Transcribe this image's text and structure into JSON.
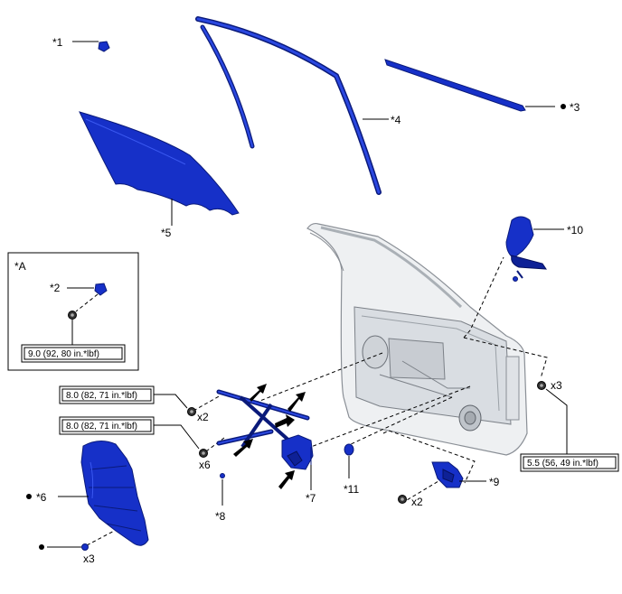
{
  "callouts": {
    "p1": "*1",
    "p2": "*2",
    "p3": "*3",
    "p4": "*4",
    "p5": "*5",
    "p6": "*6",
    "p7": "*7",
    "p8": "*8",
    "p9": "*9",
    "p10": "*10",
    "p11": "*11"
  },
  "inset": {
    "title": "*A",
    "torque": "9.0 (92, 80 in.*lbf)"
  },
  "torque": {
    "upper": "8.0 (82, 71 in.*lbf)",
    "lower": "8.0 (82, 71 in.*lbf)",
    "right": "5.5 (56, 49 in.*lbf)"
  },
  "quantities": {
    "upper_bolts": "x2",
    "lower_bolts": "x6",
    "right_bolts": "x3",
    "panel_clips": "x3",
    "bracket_bolts": "x2"
  },
  "colors": {
    "part": "#1630c8",
    "door": "#eef0f2",
    "line": "#000000"
  }
}
